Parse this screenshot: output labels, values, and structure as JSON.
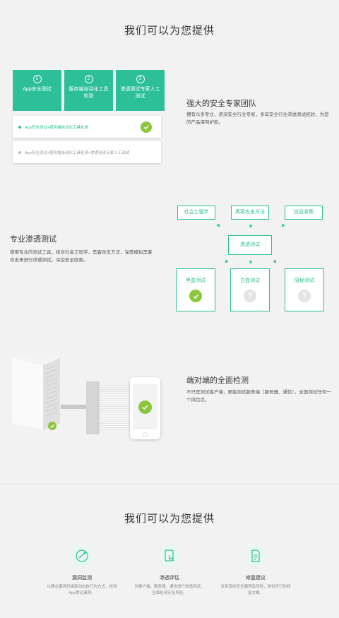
{
  "section1": {
    "heading": "我们可以为您提供",
    "steps": [
      {
        "num": "1",
        "label": "App安全测试"
      },
      {
        "num": "2",
        "label": "服务端自动化工具检测"
      },
      {
        "num": "3",
        "label": "渗透测试专家人工测试"
      }
    ],
    "rows": [
      {
        "text": "App安全测试+服务端自动化工具检测",
        "active": true
      },
      {
        "text": "App安全测试+服务端自动化工具检测+渗透测试专家人工测试",
        "active": false
      }
    ],
    "title": "强大的安全专家团队",
    "desc": "拥有众多专业、资深安全行业专家，多年安全行业渗透测试经验，为您的产品保驾护航。"
  },
  "section2": {
    "title": "专业渗透测试",
    "desc": "使用专业的测试工具，结合社会工程学，黑客攻击方法，深度模拟黑客攻击来进行渗透测试，深挖安全隐患。",
    "sources": [
      "社会工程学",
      "黑客攻击方法",
      "信息收集"
    ],
    "center": "渗透测试",
    "tests": [
      {
        "label": "黑盒测试",
        "status": "check"
      },
      {
        "label": "白盒测试",
        "status": "question"
      },
      {
        "label": "隐秘测试",
        "status": "question"
      }
    ],
    "question_mark": "?"
  },
  "section3": {
    "title": "端对端的全面检测",
    "desc": "不只是测试客户端，更能测试服务端（服务器、通信），全面测试任何一个风险点。"
  },
  "section4": {
    "heading": "我们可以为您提供",
    "features": [
      {
        "icon": "scan-icon",
        "title": "漏洞监测",
        "desc": "以静态漏洞扫描和动态执行的方式，检测App常见漏洞。"
      },
      {
        "icon": "touch-tablet-icon",
        "title": "渗透评估",
        "desc": "对客户端、服务器、通信进行渗透测试，全面检测安全风险。"
      },
      {
        "icon": "document-icon",
        "title": "修复建议",
        "desc": "对发现的安全漏洞及风险，提供可行的修复方案。"
      }
    ]
  },
  "colors": {
    "accent": "#2dbf97",
    "check": "#8cc63f"
  }
}
